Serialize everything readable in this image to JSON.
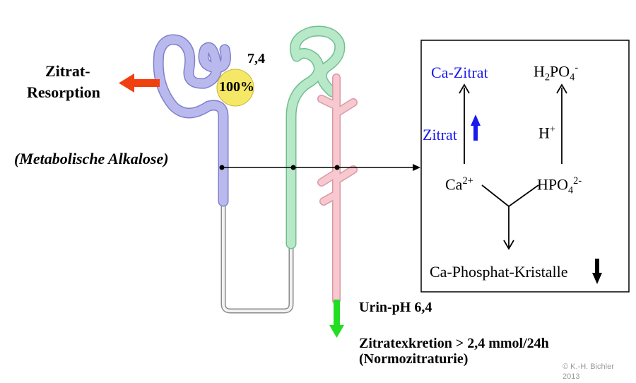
{
  "left": {
    "resorption_line1": "Zitrat-",
    "resorption_line2": "Resorption",
    "ph_value": "7,4",
    "percent": "100%",
    "condition": "(Metabolische Alkalose)"
  },
  "bottom": {
    "urine_ph": "Urin-pH  6,4",
    "excretion": "Zitratexkretion > 2,4 mmol/24h",
    "normo": "(Normozitraturie)"
  },
  "box": {
    "ca_citrate": "Ca-Zitrat",
    "h2po4_h": "H",
    "h2po4_sub": "2",
    "h2po4_po": "PO",
    "h2po4_sub4": "4",
    "h2po4_sup": "-",
    "citrate": "Zitrat",
    "hplus": "H",
    "hplus_sup": "+",
    "ca": "Ca",
    "ca_sup": "2+",
    "hpo4": "HPO",
    "hpo4_sub": "4",
    "hpo4_sup": "2-",
    "crystals": "Ca-Phosphat-Kristalle"
  },
  "copyright_line1": "© K.-H. Bichler",
  "copyright_line2": "2013",
  "colors": {
    "proximal_tubule": "#b9b9ee",
    "distal_tubule": "#b7e8c8",
    "collecting_duct": "#f7c8d0",
    "loop": "#f2f2f2",
    "circle": "#f6e867",
    "resorption_arrow": "#f04010",
    "urine_arrow": "#22dd22",
    "blue_text": "#1a1af0"
  }
}
